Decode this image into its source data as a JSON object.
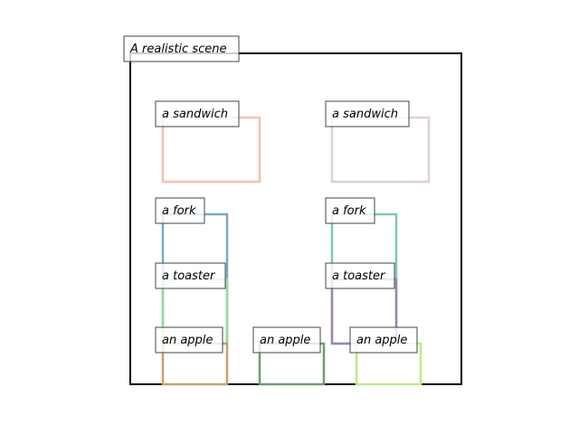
{
  "scene": {
    "title": "A realistic scene",
    "frame_color": "#000000"
  },
  "objects": [
    {
      "label": "a sandwich",
      "color": "#f8c0b0"
    },
    {
      "label": "a sandwich",
      "color": "#e0d0d8"
    },
    {
      "label": "a fork",
      "color": "#7aa8c8"
    },
    {
      "label": "a fork",
      "color": "#78cbb5"
    },
    {
      "label": "a toaster",
      "color": "#92e09a"
    },
    {
      "label": "a toaster",
      "color": "#a383b5"
    },
    {
      "label": "an apple",
      "color": "#c8a368"
    },
    {
      "label": "an apple",
      "color": "#6e9c72"
    },
    {
      "label": "an apple",
      "color": "#bbec88"
    }
  ]
}
